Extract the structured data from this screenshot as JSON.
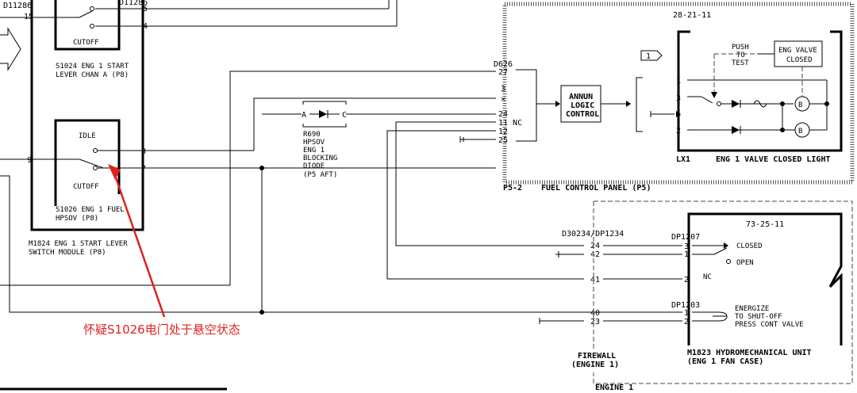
{
  "colors": {
    "wire": "#000000",
    "annotation": "#e02020"
  },
  "labels": {
    "d11286": "D11286",
    "d11286_pin": "15",
    "top_partial": "D11286",
    "pin_5": "5",
    "pin_4": "4",
    "cutoff_1": "CUTOFF",
    "s1024_line1": "S1024 ENG 1 START",
    "s1024_line2": "LEVER CHAN A (P8)",
    "idle": "IDLE",
    "pin_9": "9",
    "pin_8": "8",
    "pin_7": "7",
    "cutoff_2": "CUTOFF",
    "s1026_line1": "S1026 ENG 1 FUEL",
    "s1026_line2": "HPSOV (P8)",
    "m1824_line1": "M1824   ENG 1 START LEVER",
    "m1824_line2": "SWITCH MODULE (P8)",
    "r690_a": "A",
    "r690_c": "C",
    "r690_l1": "R690",
    "r690_l2": "HPSOV",
    "r690_l3": "ENG 1",
    "r690_l4": "BLOCKING",
    "r690_l5": "DIODE",
    "r690_l6": "(P5 AFT)",
    "d626": "D626",
    "d626_27": "27",
    "d626_3": "3",
    "d626_24": "24",
    "d626_11": "11 NC",
    "d626_12": "12",
    "d626_25": "25",
    "ref_28": "28-21-11",
    "annun_1": "ANNUN",
    "annun_2": "LOGIC",
    "annun_3": "CONTROL",
    "ref_flag": "1",
    "push_1": "PUSH",
    "push_2": "TO",
    "push_3": "TEST",
    "valve_1": "ENG VALVE",
    "valve_2": "CLOSED",
    "lx_1": "1",
    "lx_3": "3",
    "lx_4": "4",
    "lx_2": "2",
    "lx1": "LX1",
    "lx1_desc": "ENG 1 VALVE CLOSED LIGHT",
    "p5_2": "P5-2",
    "p5_desc": "FUEL CONTROL PANEL (P5)",
    "d30234": "D30234/DP1234",
    "c_24": "24",
    "c_42": "42",
    "c_41": "41",
    "c_40": "40",
    "c_23": "23",
    "ref_73": "73-25-11",
    "dp1207": "DP1207",
    "dp_3": "3",
    "dp_1": "1",
    "dp_2": "2",
    "closed": "CLOSED",
    "open": "OPEN",
    "nc": "NC",
    "dp1203": "DP1203",
    "dp3_1": "1",
    "dp3_2": "2",
    "energize_1": "ENERGIZE",
    "energize_2": "TO SHUT-OFF",
    "energize_3": "PRESS CONT VALVE",
    "m1823_1": "M1823   HYDROMECHANICAL UNIT",
    "m1823_2": "(ENG 1 FAN CASE)",
    "firewall_1": "FIREWALL",
    "firewall_2": "(ENGINE 1)",
    "engine_1": "ENGINE 1",
    "annotation": "怀疑S1026电门处于悬空状态"
  }
}
